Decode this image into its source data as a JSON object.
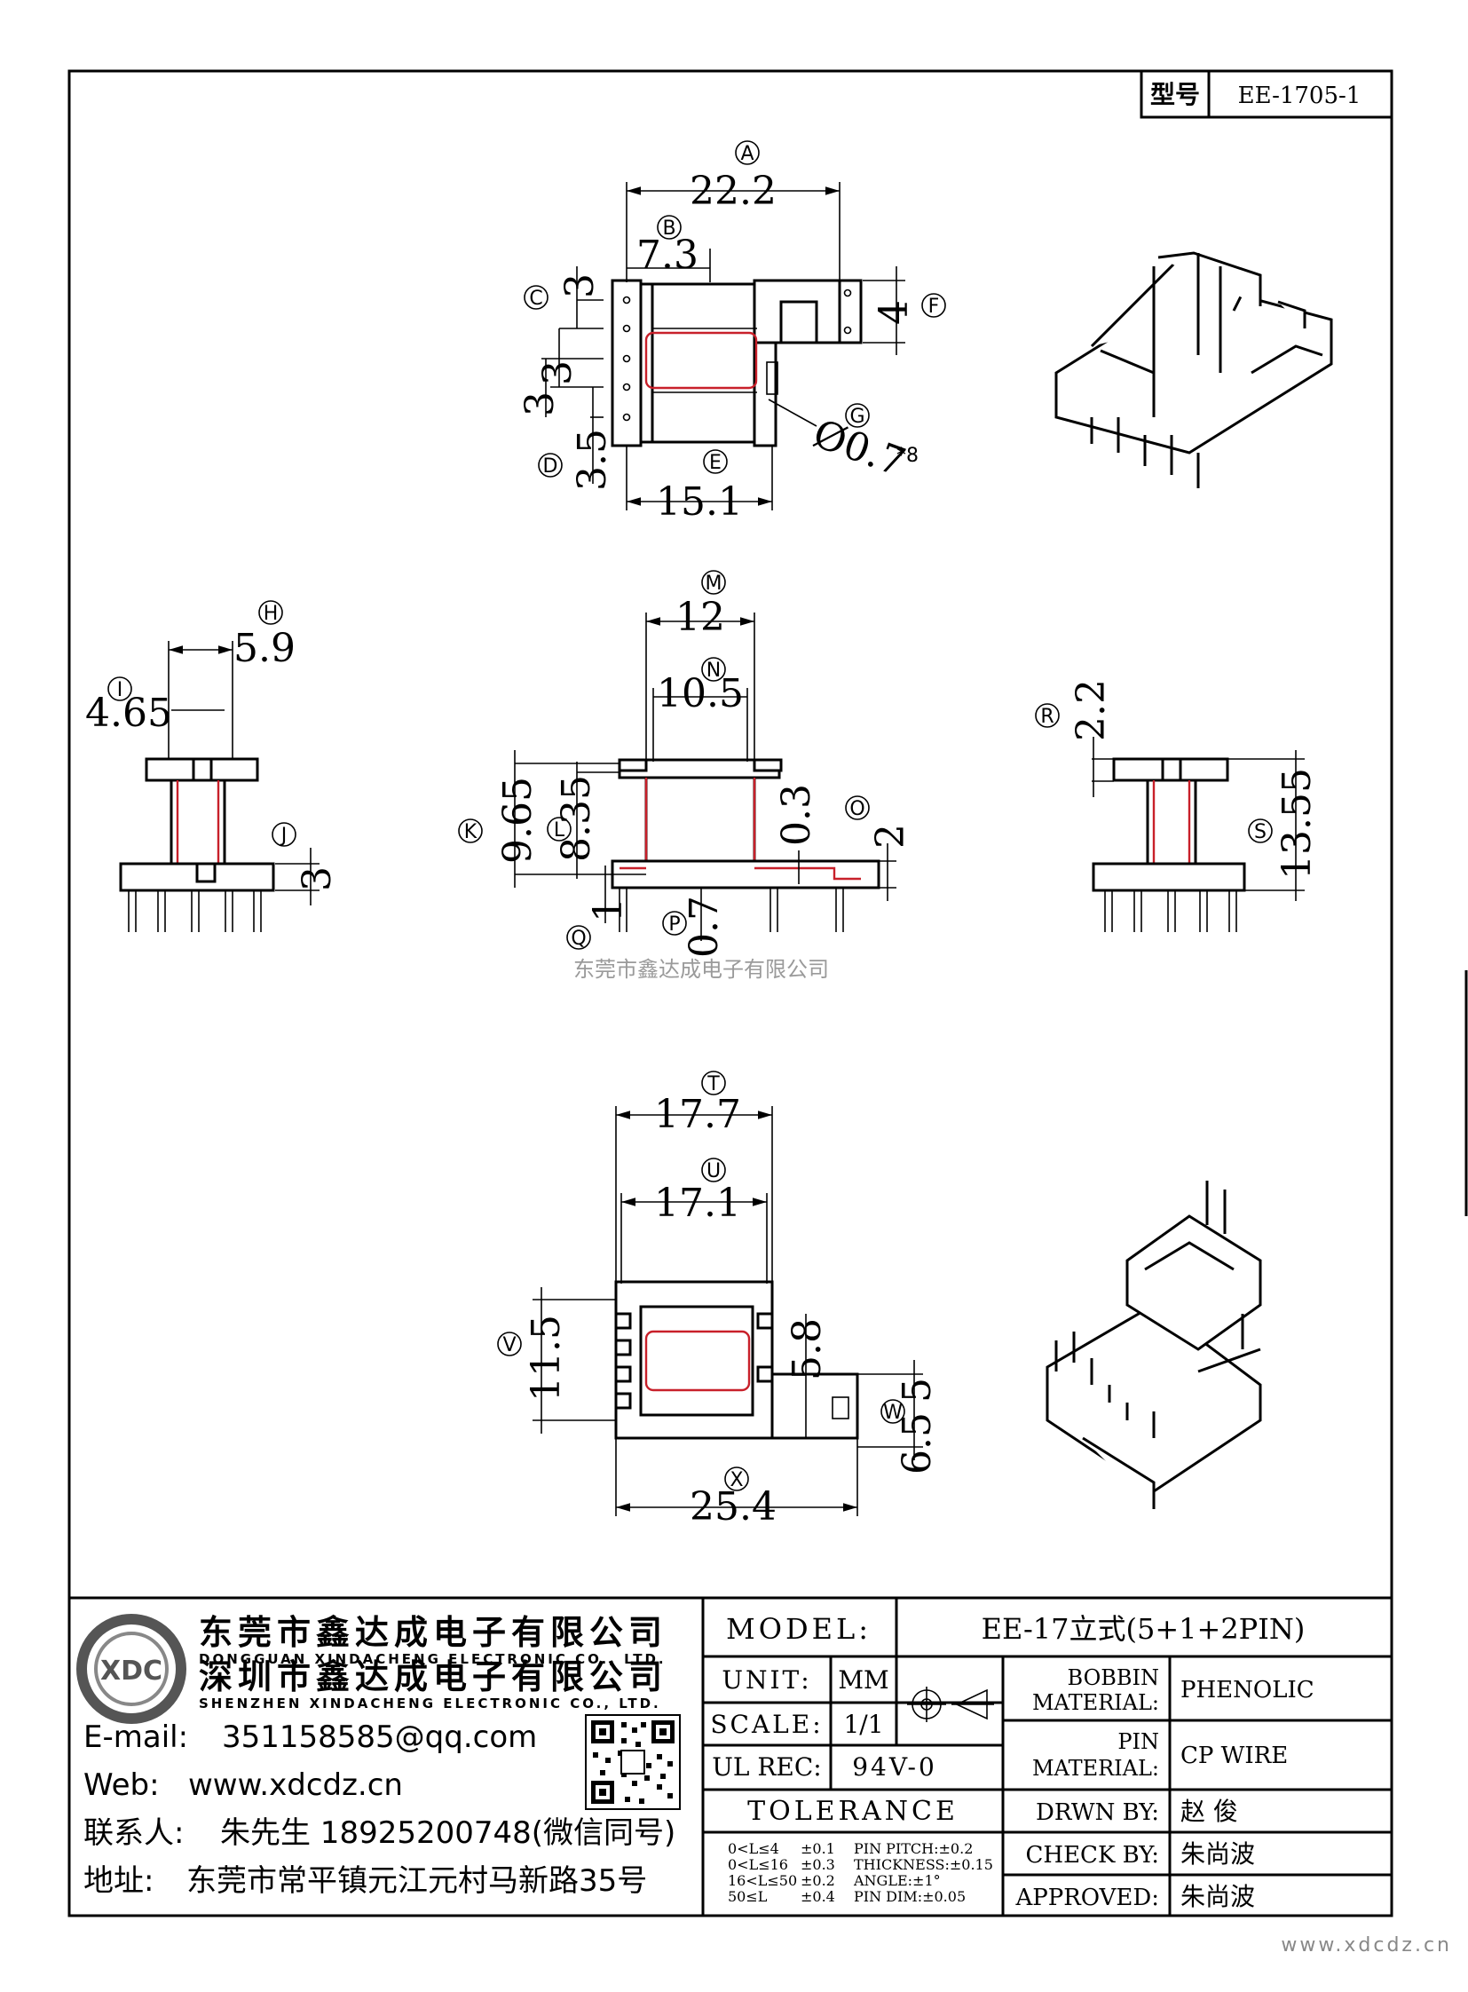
{
  "header": {
    "type_label": "型号",
    "type_value": "EE-1705-1"
  },
  "watermark": "东莞市鑫达成电子有限公司",
  "footer_url": "www.xdcdz.cn",
  "dimensions": {
    "A": "22.2",
    "B": "7.3",
    "C": "3",
    "C2": "3",
    "C3": "3",
    "D": "3.5",
    "E": "15.1",
    "F": "4",
    "G": "Ø0.7",
    "G_mult": "*8",
    "H": "5.9",
    "I": "4.65",
    "J": "3",
    "M": "12",
    "N": "10.5",
    "K": "9.65",
    "L": "8.35",
    "O_a": "0.3",
    "O_b": "2",
    "Q": "1",
    "P": "0.7",
    "R": "2.2",
    "S": "13.55",
    "T": "17.7",
    "U": "17.1",
    "V": "11.5",
    "V2": "5.8",
    "W": "6.5",
    "W2": "5",
    "X": "25.4"
  },
  "company": {
    "name_cn_1": "东莞市鑫达成电子有限公司",
    "name_en_1": "DONGGUAN XINDACHENG ELECTRONIC CO., LTD.",
    "name_cn_2": "深圳市鑫达成电子有限公司",
    "name_en_2": "SHENZHEN XINDACHENG ELECTRONIC CO., LTD.",
    "logo_text": "XDC",
    "email_label": "E-mail:",
    "email": "351158585@qq.com",
    "web_label": "Web:",
    "web": "www.xdcdz.cn",
    "contact_label": "联系人:",
    "contact": "朱先生 18925200748(微信同号)",
    "address_label": "地址:",
    "address": "东莞市常平镇元江元村马新路35号"
  },
  "titleblock": {
    "model_label": "MODEL:",
    "model_value": "EE-17立式(5+1+2PIN)",
    "unit_label": "UNIT:",
    "unit_value": "MM",
    "scale_label": "SCALE:",
    "scale_value": "1/1",
    "ulrec_label": "UL REC:",
    "ulrec_value": "94V-0",
    "tolerance_label": "TOLERANCE",
    "tol_rows": [
      {
        "range": "0<L≤4",
        "tol": "±0.1",
        "spec": "PIN PITCH:±0.2"
      },
      {
        "range": "0<L≤16",
        "tol": "±0.3",
        "spec": "THICKNESS:±0.15"
      },
      {
        "range": "16<L≤50",
        "tol": "±0.2",
        "spec": "ANGLE:±1°"
      },
      {
        "range": "50≤L",
        "tol": "±0.4",
        "spec": "PIN DIM:±0.05"
      }
    ],
    "bobbin_label_1": "BOBBIN",
    "bobbin_label_2": "MATERIAL:",
    "bobbin_value": "PHENOLIC",
    "pin_label_1": "PIN",
    "pin_label_2": "MATERIAL:",
    "pin_value": "CP WIRE",
    "drwn_label": "DRWN BY:",
    "drwn_value": "赵 俊",
    "check_label": "CHECK BY:",
    "check_value": "朱尚波",
    "approved_label": "APPROVED:",
    "approved_value": "朱尚波"
  }
}
